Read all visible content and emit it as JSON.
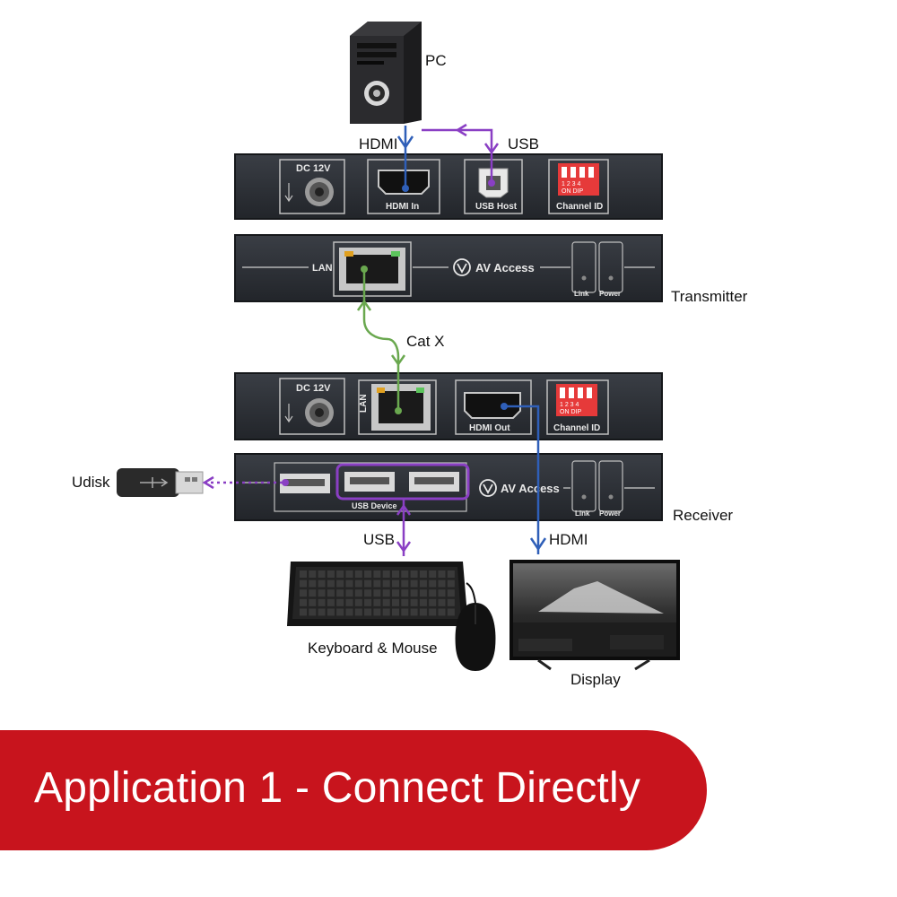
{
  "labels": {
    "pc": "PC",
    "hdmi_top": "HDMI",
    "usb_top": "USB",
    "transmitter": "Transmitter",
    "catx": "Cat X",
    "udisk": "Udisk",
    "receiver": "Receiver",
    "usb_bottom": "USB",
    "hdmi_bottom": "HDMI",
    "keyboard_mouse": "Keyboard & Mouse",
    "display": "Display"
  },
  "tx_front": {
    "dc": "DC 12V",
    "hdmi_in": "HDMI In",
    "usb_host": "USB Host",
    "channel_id": "Channel ID",
    "dip_nums": "1 2 3 4",
    "dip_on": "ON  DIP"
  },
  "tx_back": {
    "lan": "LAN",
    "brand": "AV Access",
    "link": "Link",
    "power": "Power"
  },
  "rx_front": {
    "dc": "DC 12V",
    "lan": "LAN",
    "hdmi_out": "HDMI Out",
    "channel_id": "Channel ID",
    "dip_nums": "1 2 3 4",
    "dip_on": "ON  DIP"
  },
  "rx_back": {
    "usb_device": "USB Device",
    "brand": "AV Access",
    "link": "Link",
    "power": "Power"
  },
  "banner": {
    "title": "Application 1 - Connect Directly"
  },
  "colors": {
    "hdmi_line": "#2f5fb8",
    "usb_line": "#8a3fc4",
    "lan_line": "#6aa84f",
    "banner": "#c8141d",
    "device_body": "#2a2d33"
  }
}
